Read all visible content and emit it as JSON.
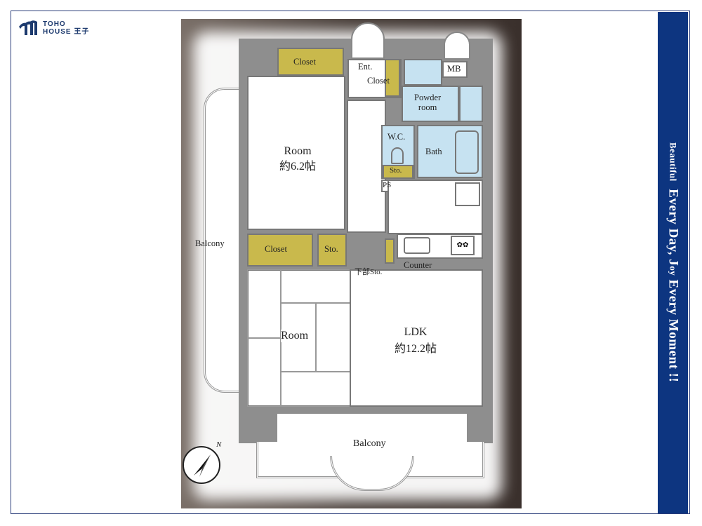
{
  "logo": {
    "line1": "TOHO",
    "line2": "HOUSE 王子"
  },
  "banner": {
    "small1": "Beautiful",
    "big1": "Every Day,",
    "small2": "J",
    "small2b": "oy",
    "big2": "Every Moment !!"
  },
  "plan": {
    "closet_top": "Closet",
    "entrance": "Ent.",
    "ent_closet": "Closet",
    "mb": "MB",
    "powder_room_1": "Powder",
    "powder_room_2": "room",
    "wc": "W.C.",
    "wc_sto": "Sto.",
    "bath": "Bath",
    "ps": "PS",
    "room1_name": "Room",
    "room1_size": "約6.2帖",
    "balcony_left": "Balcony",
    "closet_mid": "Closet",
    "sto_mid": "Sto.",
    "under_sto": "下部Sto.",
    "counter": "Counter",
    "room2_name": "Room",
    "ldk_name": "LDK",
    "ldk_size": "約12.2帖",
    "balcony_bottom": "Balcony",
    "compass": "N"
  },
  "colors": {
    "banner": "#0d3580",
    "storage": "#c9b94c",
    "wet_area": "#c6e2f1"
  }
}
